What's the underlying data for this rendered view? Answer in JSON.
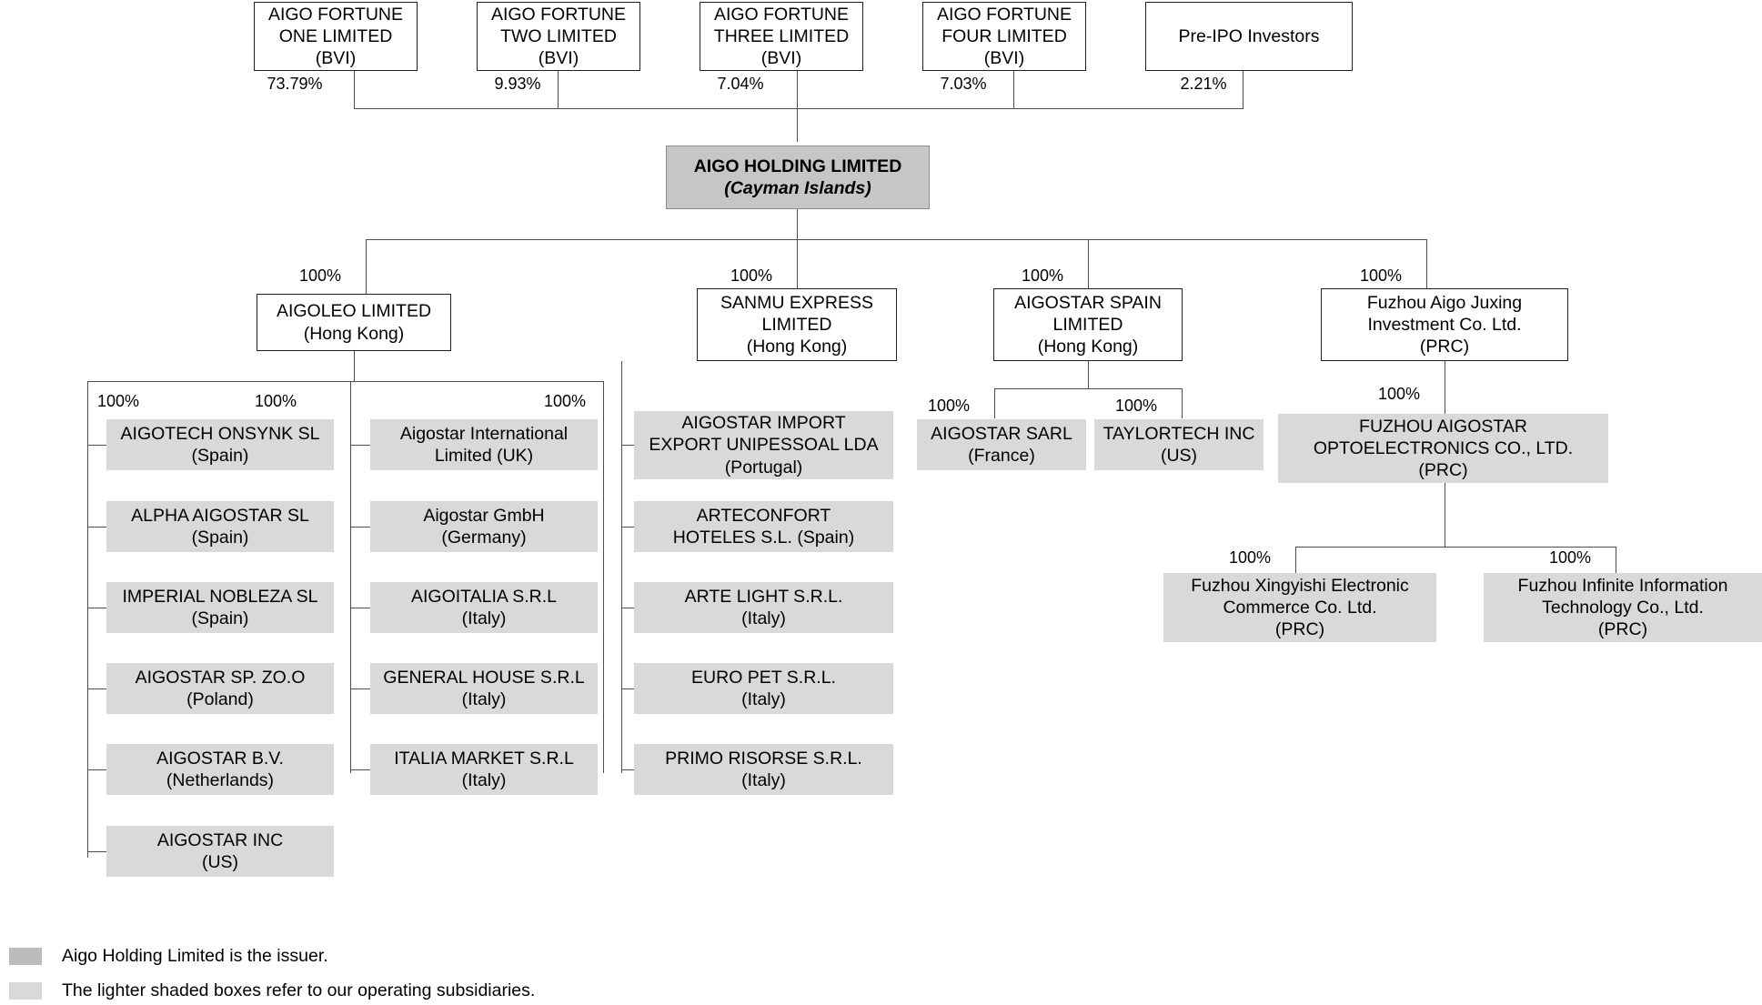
{
  "diagram": {
    "title": "Aigo Holding Limited corporate structure chart",
    "colors": {
      "issuer_fill": "#c6c6c6",
      "subsidiary_fill": "#d9d9d9",
      "line": "#4d4d4d",
      "border": "#231f20",
      "text": "#000000",
      "background": "#ffffff"
    }
  },
  "shareholders": [
    {
      "name": "AIGO FORTUNE\nONE LIMITED\n(BVI)",
      "percent": "73.79%"
    },
    {
      "name": "AIGO FORTUNE\nTWO LIMITED\n(BVI)",
      "percent": "9.93%"
    },
    {
      "name": "AIGO FORTUNE\nTHREE LIMITED\n(BVI)",
      "percent": "7.04%"
    },
    {
      "name": "AIGO FORTUNE\nFOUR LIMITED\n(BVI)",
      "percent": "7.03%"
    },
    {
      "name": "Pre-IPO Investors",
      "percent": "2.21%"
    }
  ],
  "issuer": {
    "name": "AIGO HOLDING LIMITED",
    "jurisdiction": "(Cayman Islands)"
  },
  "tier2": [
    {
      "name": "AIGOLEO LIMITED\n(Hong Kong)",
      "percent": "100%"
    },
    {
      "name": "SANMU EXPRESS\nLIMITED\n(Hong Kong)",
      "percent": "100%"
    },
    {
      "name": "AIGOSTAR SPAIN\nLIMITED\n(Hong Kong)",
      "percent": "100%"
    },
    {
      "name": "Fuzhou Aigo Juxing\nInvestment Co. Ltd.\n(PRC)",
      "percent": "100%"
    }
  ],
  "aigoleo_column_1": {
    "percent": "100%",
    "items": [
      {
        "name": "AIGOTECH ONSYNK SL\n(Spain)"
      },
      {
        "name": "ALPHA AIGOSTAR SL\n(Spain)"
      },
      {
        "name": "IMPERIAL NOBLEZA SL\n(Spain)"
      },
      {
        "name": "AIGOSTAR SP. ZO.O\n(Poland)"
      },
      {
        "name": "AIGOSTAR B.V.\n(Netherlands)"
      },
      {
        "name": "AIGOSTAR INC\n(US)"
      }
    ]
  },
  "aigoleo_column_2": {
    "percent": "100%",
    "items": [
      {
        "name": "Aigostar International\nLimited (UK)"
      },
      {
        "name": "Aigostar GmbH\n(Germany)"
      },
      {
        "name": "AIGOITALIA S.R.L\n(Italy)"
      },
      {
        "name": "GENERAL HOUSE S.R.L\n(Italy)"
      },
      {
        "name": "ITALIA MARKET S.R.L\n(Italy)"
      }
    ]
  },
  "sanmu_children": {
    "percent": "100%",
    "items": [
      {
        "name": "AIGOSTAR IMPORT\nEXPORT UNIPESSOAL LDA\n(Portugal)"
      },
      {
        "name": "ARTECONFORT\nHOTELES S.L. (Spain)"
      },
      {
        "name": "ARTE LIGHT S.R.L.\n(Italy)"
      },
      {
        "name": "EURO PET S.R.L.\n(Italy)"
      },
      {
        "name": "PRIMO RISORSE S.R.L.\n(Italy)"
      }
    ]
  },
  "aigostar_spain_children": [
    {
      "name": "AIGOSTAR SARL\n(France)",
      "percent": "100%"
    },
    {
      "name": "TAYLORTECH INC\n(US)",
      "percent": "100%"
    }
  ],
  "fuzhou_branch": {
    "optoelectronics": {
      "name": "FUZHOU AIGOSTAR\nOPTOELECTRONICS CO., LTD.\n(PRC)",
      "percent": "100%"
    },
    "children": [
      {
        "name": "Fuzhou Xingyishi Electronic\nCommerce Co. Ltd.\n(PRC)",
        "percent": "100%"
      },
      {
        "name": "Fuzhou Infinite Information\nTechnology Co., Ltd.\n(PRC)",
        "percent": "100%"
      }
    ]
  },
  "legend": [
    {
      "swatch": "dark",
      "text": "Aigo Holding Limited is the issuer."
    },
    {
      "swatch": "light",
      "text": "The lighter shaded boxes refer to our operating subsidiaries."
    }
  ]
}
